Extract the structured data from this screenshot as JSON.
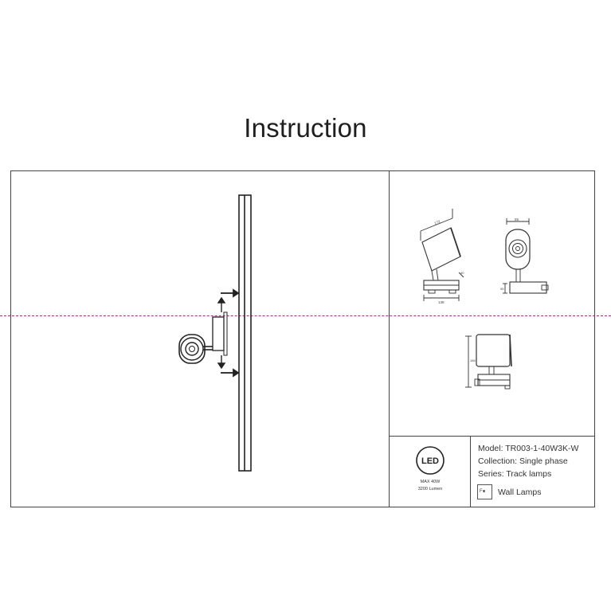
{
  "header": {
    "title": "Instruction"
  },
  "badge": {
    "logo_text": "LED",
    "power": "MAX 40W",
    "lumens": "3200 Lumen"
  },
  "product": {
    "model": "Model: TR003-1-40W3K-W",
    "collection": "Collection: Single phase",
    "series": "Series: Track lamps",
    "category_icon_text": "F∎",
    "category": "Wall Lamps"
  },
  "dimensions": {
    "side_top": "172",
    "side_bottom": "138",
    "side_small": "40",
    "front_width": "55",
    "front_height": "95",
    "rear_height": "186"
  },
  "colors": {
    "line": "#222222",
    "frame": "#444444",
    "guide": "#c2188c"
  }
}
